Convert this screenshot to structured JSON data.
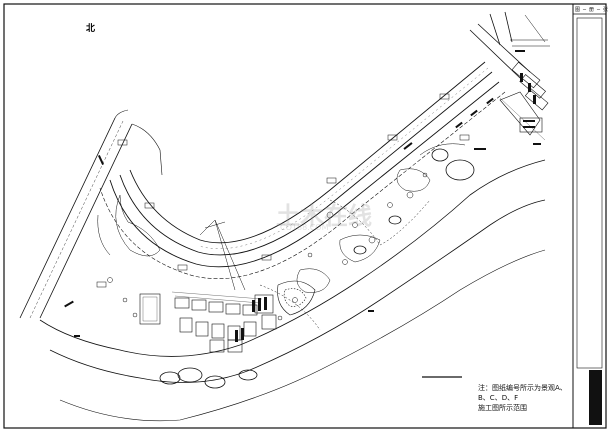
{
  "drawing": {
    "north_label": "北",
    "titleblock_code": "图 ─ 册 ─ 张",
    "note": "注：图纸编号所示为景观A、B、C、D、F\n施工图所示范围",
    "watermark_main": "土木在线",
    "watermark_sub": "CO188.COM"
  },
  "colors": {
    "ink": "#111111",
    "paper": "#ffffff",
    "watermark": "#9a9a9a"
  },
  "callouts": [
    {
      "id": "A"
    },
    {
      "id": "B"
    },
    {
      "id": "C"
    },
    {
      "id": "D"
    },
    {
      "id": "E"
    },
    {
      "id": "F"
    },
    {
      "id": "G"
    },
    {
      "id": "H"
    },
    {
      "id": "I"
    }
  ]
}
